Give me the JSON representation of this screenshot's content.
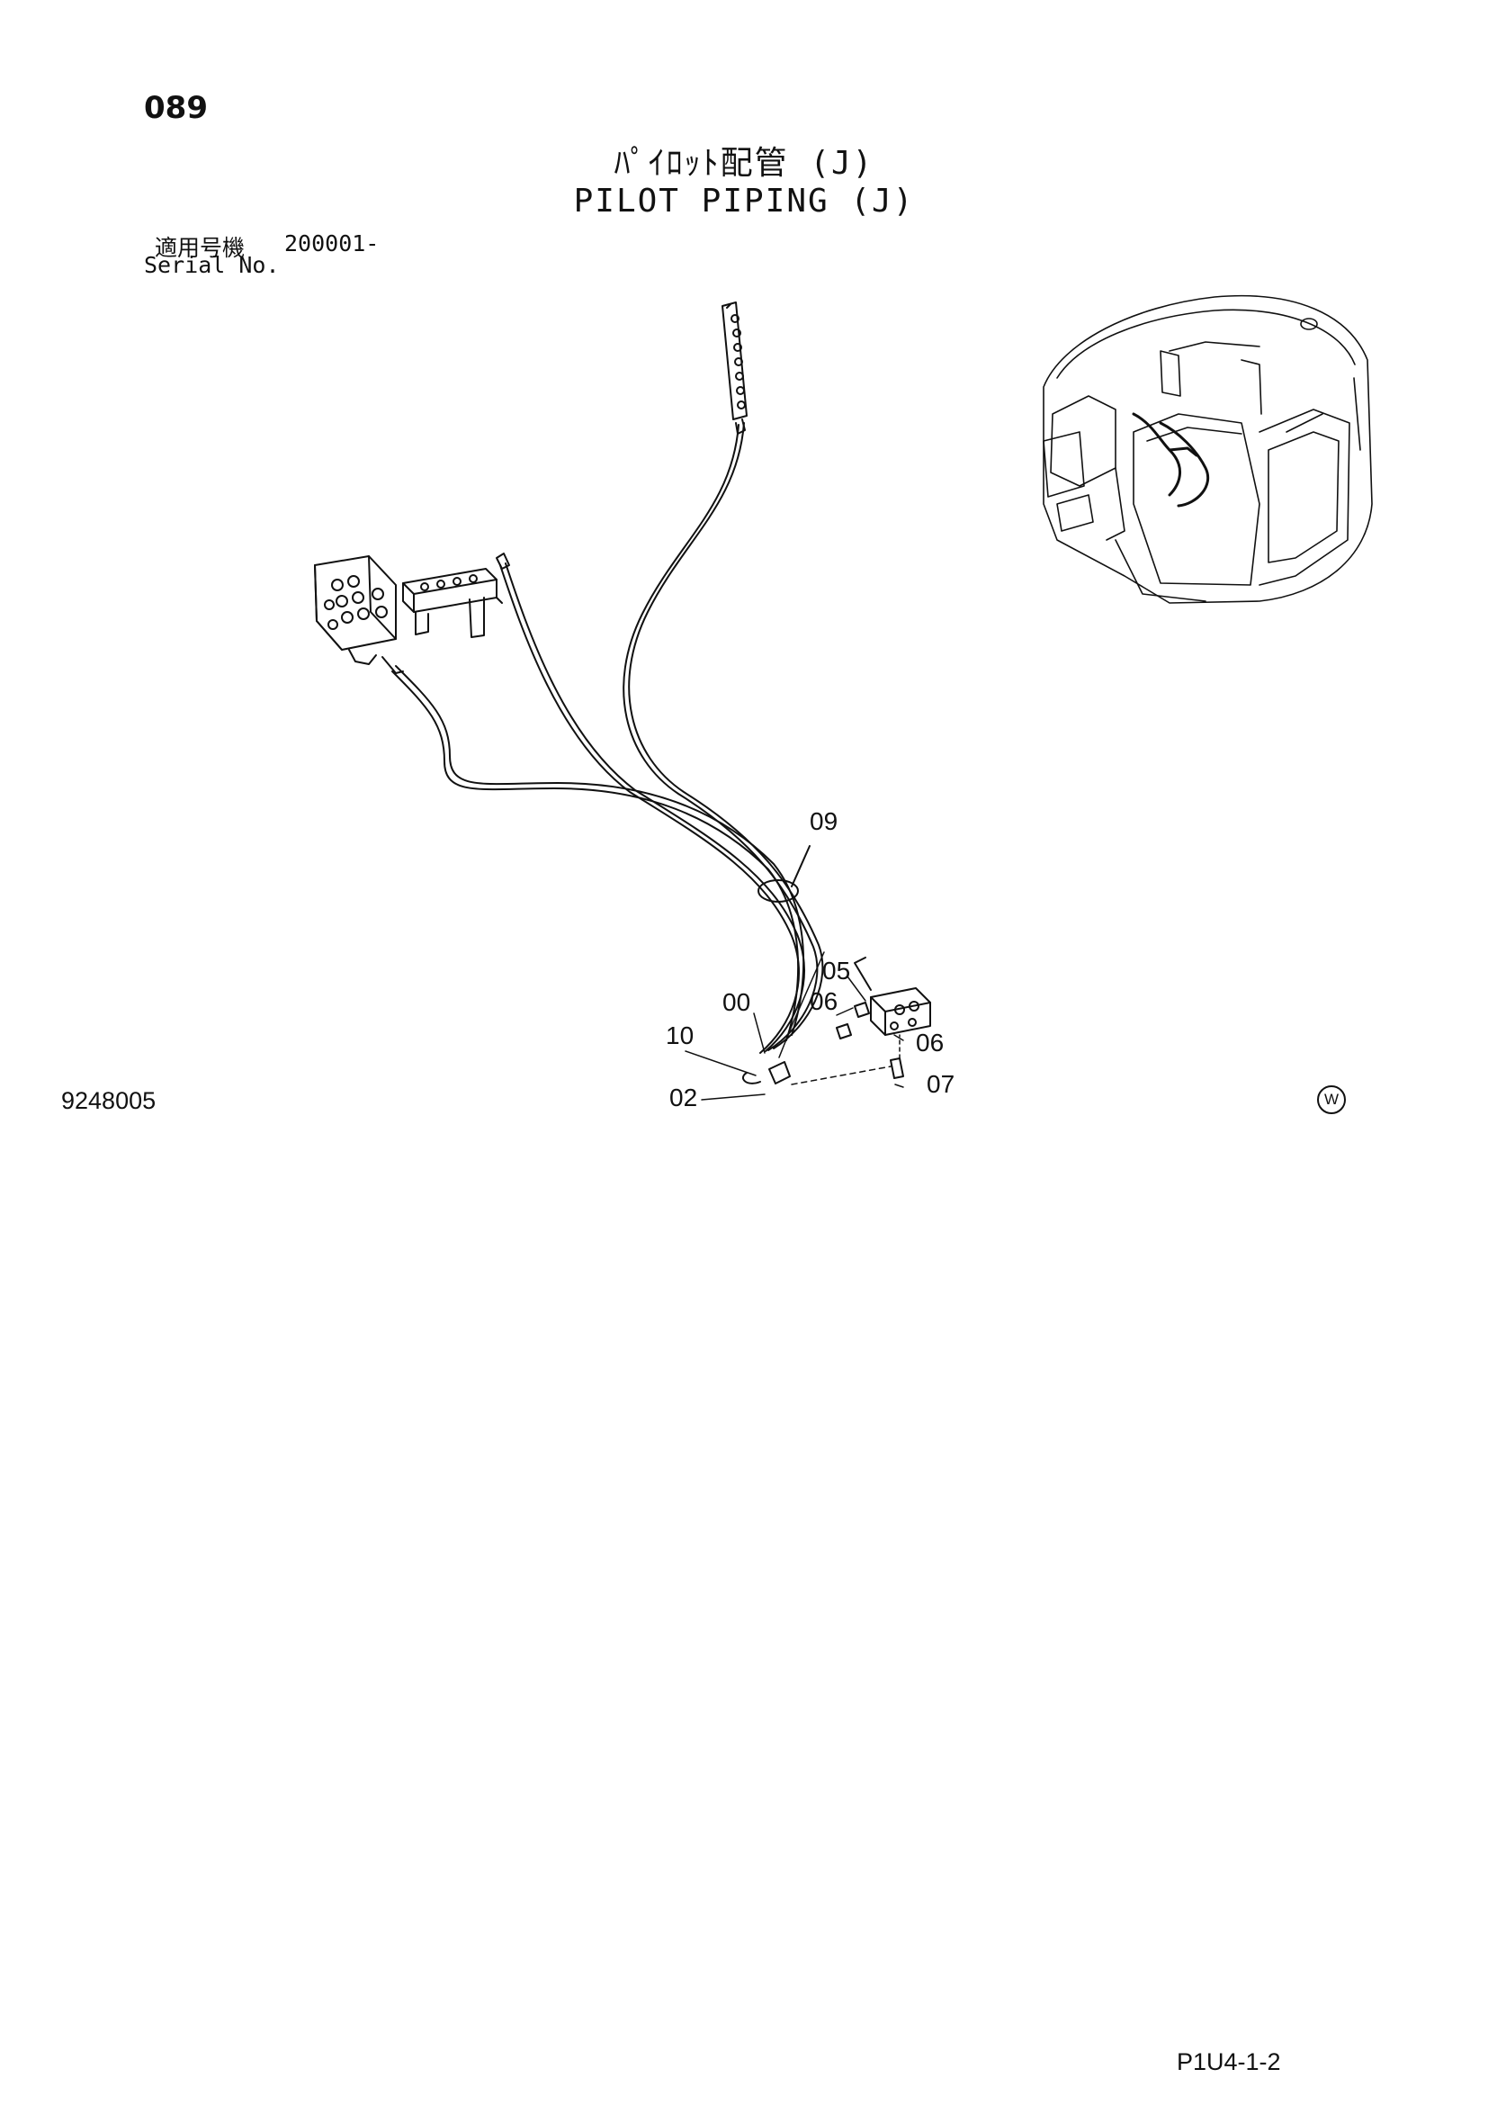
{
  "header": {
    "page_number": "089",
    "title_jp": "ﾊﾟｲﾛｯﾄ配管 (J)",
    "title_en": "PILOT PIPING (J)",
    "serial_label_jp": "適用号機",
    "serial_value": "200001-",
    "serial_label_en": "Serial No."
  },
  "diagram": {
    "callouts": [
      {
        "id": "c09",
        "label": "09"
      },
      {
        "id": "c05",
        "label": "05"
      },
      {
        "id": "c00",
        "label": "00"
      },
      {
        "id": "c06a",
        "label": "06"
      },
      {
        "id": "c06b",
        "label": "06"
      },
      {
        "id": "c10",
        "label": "10"
      },
      {
        "id": "c02",
        "label": "02"
      },
      {
        "id": "c07",
        "label": "07"
      }
    ]
  },
  "footer": {
    "drawing_number": "9248005",
    "w_mark": "W",
    "page_reference": "P1U4-1-2"
  }
}
